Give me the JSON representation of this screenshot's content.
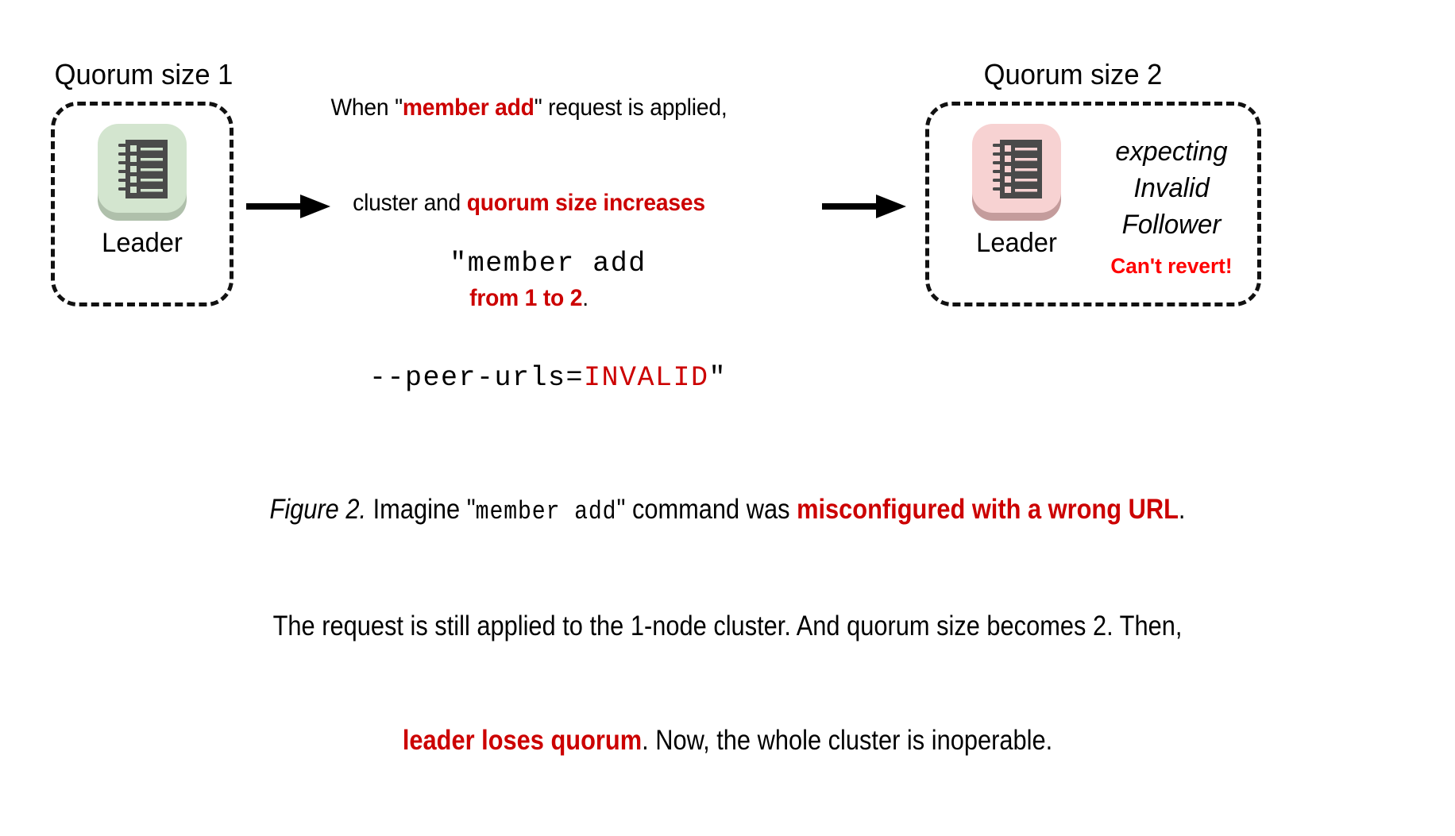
{
  "figure": {
    "top_caption": {
      "line1_a": "When \"",
      "line1_b": "member add",
      "line1_c": "\" request is applied,",
      "line2_a": "cluster and ",
      "line2_b": "quorum size increases",
      "line3_b": "from 1 to 2",
      "line3_c": "."
    },
    "left_cluster": {
      "title": "Quorum size 1",
      "node_label": "Leader",
      "icon": "ledger-icon",
      "tile_color": "#D3E5CF",
      "tile_shadow_color": "#AFC0AB"
    },
    "right_cluster": {
      "title": "Quorum size 2",
      "node_label": "Leader",
      "icon": "ledger-icon",
      "tile_color": "#F7D2D2",
      "tile_shadow_color": "#C49C9C",
      "status_line1": "expecting",
      "status_line2": "Invalid",
      "status_line3": "Follower",
      "warning": "Can't revert!"
    },
    "command": {
      "line1": "\"member add",
      "line2_a": "--peer-urls=",
      "line2_b": "INVALID",
      "line2_c": "\""
    },
    "arrows": {
      "first": "right-arrow-icon",
      "second": "right-arrow-icon"
    },
    "caption": {
      "l1_a": "Figure 2.",
      "l1_b": " Imagine \"",
      "l1_c": "member add",
      "l1_d": "\" command was ",
      "l1_e": "misconfigured with a wrong URL",
      "l1_f": ".",
      "l2": "The request is still applied to the 1-node cluster. And quorum size becomes 2. Then,",
      "l3_a": "leader loses quorum",
      "l3_b": ". Now, the whole cluster is inoperable."
    },
    "colors": {
      "accent_red": "#CC0000",
      "warning_red": "#FF0000",
      "ink": "#000000",
      "background": "#FFFFFF",
      "icon_body": "#4A4A4A"
    }
  }
}
